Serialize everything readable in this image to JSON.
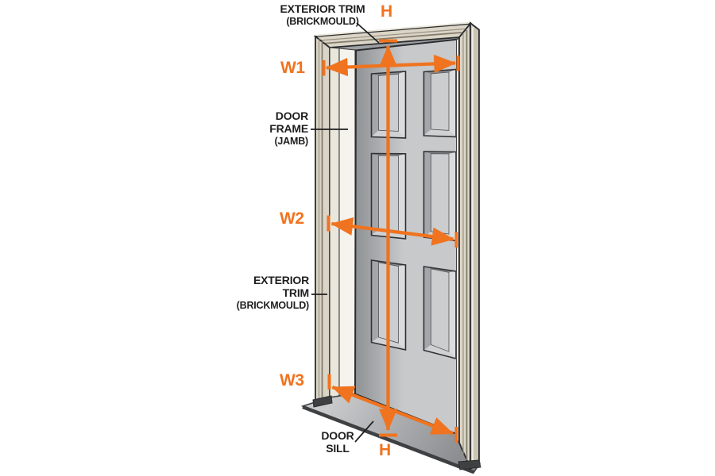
{
  "figure": {
    "description": "Exterior door measurement diagram showing where to measure widths W1, W2, W3 and height H",
    "annotations": {
      "exterior_trim_top": {
        "line1": "EXTERIOR TRIM",
        "line2": "(BRICKMOULD)"
      },
      "door_frame": {
        "line1": "DOOR",
        "line2": "FRAME",
        "line3": "(JAMB)"
      },
      "exterior_trim_left": {
        "line1": "EXTERIOR",
        "line2": "TRIM",
        "line3": "(BRICKMOULD)"
      },
      "door_sill": {
        "line1": "DOOR",
        "line2": "SILL"
      }
    },
    "measurements": {
      "w1": "W1",
      "w2": "W2",
      "w3": "W3",
      "h_top": "H",
      "h_bottom": "H"
    },
    "colors": {
      "accent_orange": "#F0731F",
      "label_black": "#1F1F1F",
      "trim_beige": "#DBD5C7",
      "trim_side": "#CBC4B4",
      "jamb_white": "#F4F3EE",
      "door_gray": "#C7C9CB",
      "door_shadow_gray": "#8F9294",
      "sill_gray": "#AFB1B4",
      "outline_dark": "#2B2C2E",
      "background": "#FFFFFF"
    }
  }
}
